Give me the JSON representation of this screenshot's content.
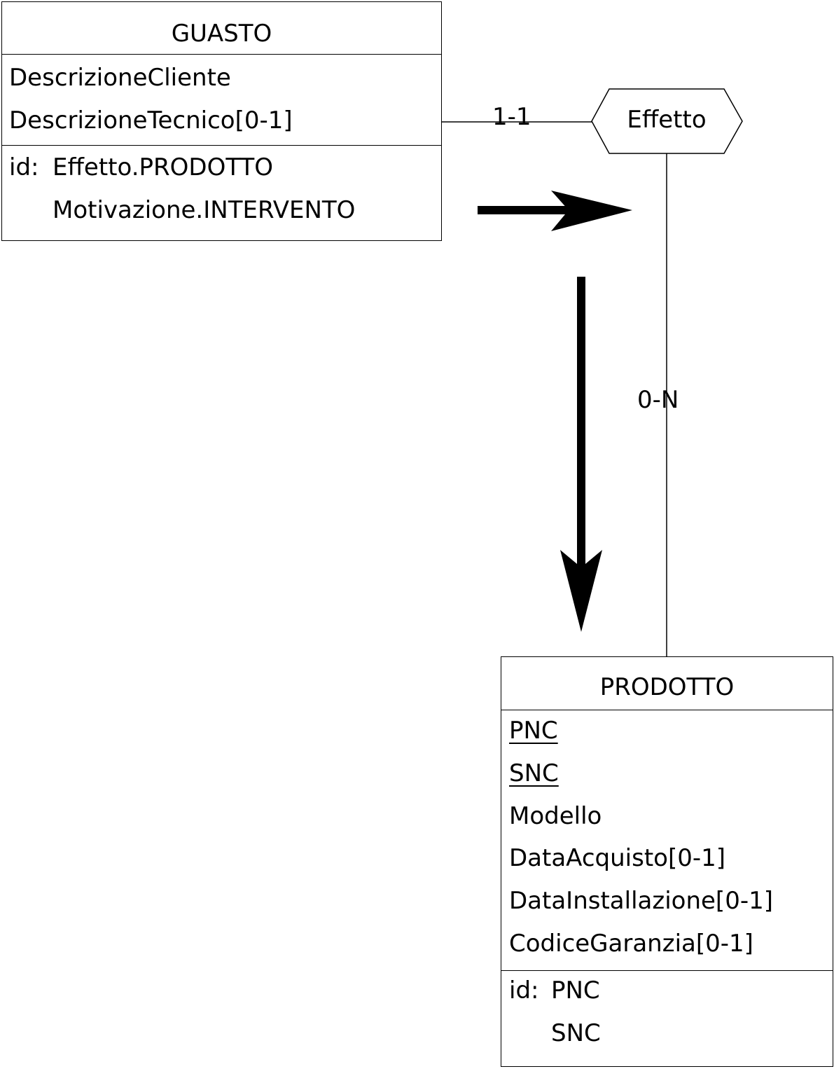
{
  "entities": {
    "guasto": {
      "name": "GUASTO",
      "attributes": [
        "DescrizioneCliente",
        "DescrizioneTecnico[0-1]"
      ],
      "id_prefix": "id:",
      "id_parts": [
        "Effetto.PRODOTTO",
        "Motivazione.INTERVENTO"
      ]
    },
    "prodotto": {
      "name": "PRODOTTO",
      "attributes": [
        "PNC",
        "SNC",
        "Modello",
        "DataAcquisto[0-1]",
        "DataInstallazione[0-1]",
        "CodiceGaranzia[0-1]"
      ],
      "id_prefix": "id:",
      "id_parts": [
        "PNC",
        "SNC"
      ]
    }
  },
  "relationship": {
    "name": "Effetto",
    "card_guasto": "1-1",
    "card_prodotto": "0-N"
  }
}
